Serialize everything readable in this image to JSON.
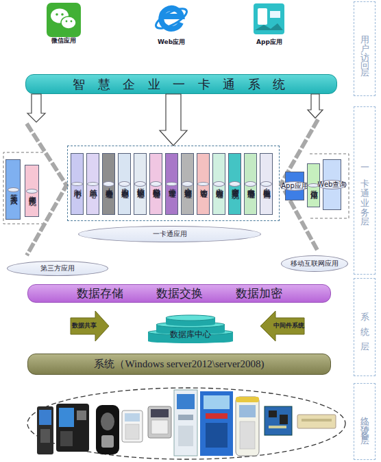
{
  "diagram": {
    "nodes": [
      {
        "text": [
          "用户访问层"
        ]
      },
      {
        "text": [
          "智 慧 企 业 一 卡 通 系 统"
        ]
      },
      {
        "text": [
          "一卡通业务层"
        ]
      },
      {
        "text": [
          "第三方应用"
        ]
      },
      {
        "text": [
          "第三方接入"
        ],
        "in": 3
      },
      {
        "text": [
          "中间件系统"
        ],
        "in": 3
      },
      {
        "text": [
          "一卡通应用"
        ]
      },
      {
        "text": [
          "制卡中心"
        ],
        "in": 6
      },
      {
        "text": [
          "结算中心"
        ],
        "in": 6
      },
      {
        "text": [
          "人事考勤管理"
        ],
        "in": 6
      },
      {
        "text": [
          "人脸识别管理"
        ],
        "in": 6
      },
      {
        "text": [
          "指纹识别管理"
        ],
        "in": 6
      },
      {
        "text": [
          "电梯控制管理"
        ],
        "in": 6
      },
      {
        "text": [
          "停车管理"
        ],
        "in": 6
      },
      {
        "text": [
          "会议签到管理"
        ],
        "in": 6
      },
      {
        "text": [
          "访客管理"
        ],
        "in": 6
      },
      {
        "text": [
          "出入控制管理"
        ],
        "in": 6
      },
      {
        "text": [
          "宿舍管理系统"
        ],
        "in": 6
      },
      {
        "text": [
          "水电节能管理"
        ],
        "in": 6
      },
      {
        "text": [
          "自助充值查询"
        ],
        "in": 6
      },
      {
        "text": [
          "移动互联网应用"
        ]
      },
      {
        "text": [
          "App应用"
        ],
        "in": 20
      },
      {
        "text": [
          "微信应用"
        ],
        "in": 20
      },
      {
        "text": [
          "Web查询"
        ],
        "in": 20
      },
      {
        "text": [
          "系统层"
        ]
      },
      {
        "text": [
          "数据存储",
          "数据交换",
          "数据加密"
        ]
      },
      {
        "text": [
          "数据共享"
        ]
      },
      {
        "text": [
          "数据库中心"
        ]
      },
      {
        "text": [
          "中间件系统"
        ]
      },
      {
        "text": [
          "系统（Windows server2012\\server2008)"
        ]
      },
      {
        "text": [
          "终端设备层"
        ]
      }
    ],
    "edges": [
      {
        "from": 1,
        "to": 3,
        "arrow": "to"
      },
      {
        "from": 1,
        "to": 6,
        "arrow": "to"
      },
      {
        "from": 1,
        "to": 20,
        "arrow": "to"
      }
    ],
    "labels": [
      "微信应用",
      "Web应用",
      "App应用"
    ]
  }
}
